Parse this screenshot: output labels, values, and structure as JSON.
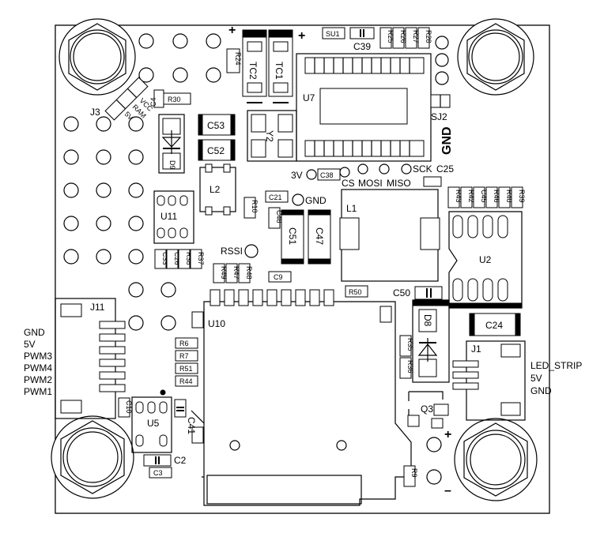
{
  "colors": {
    "ink": "#000000",
    "board": "#ffffff"
  },
  "header_labels": {
    "j3": "J3",
    "vcc": "VCC",
    "ram": "RAM",
    "five_v": "5V",
    "tc2": "TC2",
    "tc1": "TC1",
    "c39": "C39",
    "u7": "U7",
    "sj2": "SJ2",
    "gnd_vertical": "GND",
    "r24": "R24",
    "r30": "R30",
    "c4": "C4",
    "su1": "SU1",
    "r25": "R25",
    "r26": "R26",
    "r27": "R27",
    "r28": "R28",
    "plus_left": "+",
    "plus_right": "+"
  },
  "mid_labels": {
    "c53": "C53",
    "c52": "C52",
    "d9": "D9",
    "y2": "Y2",
    "l2": "L2",
    "u11": "U11",
    "three_v": "3V",
    "c38": "C38",
    "cs": "CS",
    "mosi": "MOSI",
    "miso": "MISO",
    "sck": "SCK",
    "c25": "C25",
    "c21": "C21",
    "gnd_pad": "GND",
    "r10": "R10",
    "c48": "C48",
    "c51": "C51",
    "c47": "C47",
    "l1": "L1",
    "rssi": "RSSI",
    "c26": "C26",
    "r38": "R38",
    "r37": "R37",
    "c33": "C33",
    "r49": "R49",
    "r47": "R47",
    "r48": "R48",
    "c9": "C9",
    "r50": "R50",
    "c50": "C50",
    "u2": "U2",
    "r42": "R42",
    "r43": "R43",
    "c45": "C45",
    "r46": "R46",
    "r40": "R40",
    "r39": "R39"
  },
  "low_labels": {
    "j11": "J11",
    "u10": "U10",
    "d8": "D8",
    "c24": "C24",
    "j1": "J1",
    "r6": "R6",
    "r7": "R7",
    "r51": "R51",
    "r44": "R44",
    "r35": "R35",
    "r36": "R36",
    "q3": "Q3",
    "u5": "U5",
    "c41": "C41",
    "c2": "C2",
    "c3": "C3",
    "c10": "C10",
    "r9": "R9",
    "plus_bottom": "+",
    "minus_bottom": "–"
  },
  "pwm_pins": [
    "GND",
    "5V",
    "PWM3",
    "PWM4",
    "PWM2",
    "PWM1"
  ],
  "led_pins": [
    "LED_STRIP",
    "5V",
    "GND"
  ]
}
